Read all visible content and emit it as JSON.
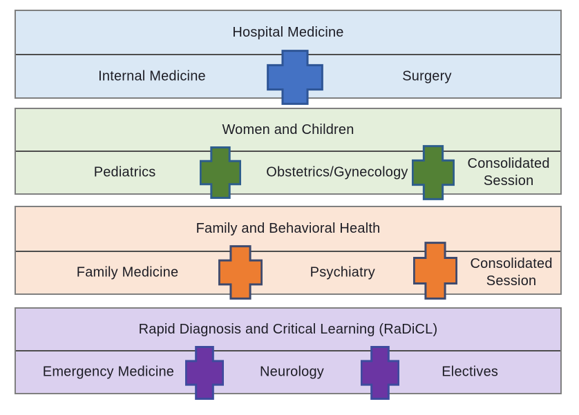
{
  "diagram": {
    "icon": "medical-cross",
    "bands": [
      {
        "header": "Hospital Medicine",
        "items": [
          {
            "label": "Internal Medicine"
          },
          {
            "label": "Surgery"
          }
        ],
        "colors": {
          "background": "#DAE8F5",
          "cross_fill": "#4472C4",
          "cross_border": "#2E5596"
        }
      },
      {
        "header": "Women and Children",
        "items": [
          {
            "label": "Pediatrics"
          },
          {
            "label": "Obstetrics/Gynecology"
          },
          {
            "label": "Consolidated Session"
          }
        ],
        "colors": {
          "background": "#E4EFDB",
          "cross_fill": "#538135",
          "cross_border": "#2E5E8C"
        }
      },
      {
        "header": "Family and Behavioral Health",
        "items": [
          {
            "label": "Family Medicine"
          },
          {
            "label": "Psychiatry"
          },
          {
            "label": "Consolidated Session"
          }
        ],
        "colors": {
          "background": "#FBE5D6",
          "cross_fill": "#ED7D31",
          "cross_border": "#3E4A6E"
        }
      },
      {
        "header": "Rapid Diagnosis and Critical Learning (RaDiCL)",
        "items": [
          {
            "label": "Emergency Medicine"
          },
          {
            "label": "Neurology"
          },
          {
            "label": "Electives"
          }
        ],
        "colors": {
          "background": "#DBD0EF",
          "cross_fill": "#6B35A3",
          "cross_border": "#3E4B9E"
        }
      }
    ]
  }
}
